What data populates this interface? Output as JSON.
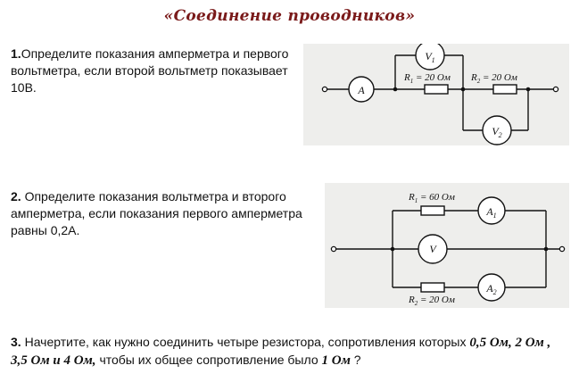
{
  "title": "«Соединение проводников»",
  "task1": {
    "number": "1.",
    "text": "Определите показания амперметра и первого вольтметра, если второй вольтметр показывает 10В."
  },
  "task2": {
    "number": "2.",
    "text": " Определите показания вольтметра и второго амперметра, если показания первого амперметра равны 0,2А."
  },
  "task3": {
    "number": "3.",
    "text_a": " Начертите, как нужно соединить четыре резистора, сопротивления которых ",
    "values": "0,5 Ом, 2 Ом , 3,5 Ом и 4 Ом,",
    "text_b": " чтобы их общее сопротивление было ",
    "target": "1 Ом",
    "text_c": " ?"
  },
  "circuit1": {
    "ammeter": "A",
    "voltmeter1": "V",
    "voltmeter1_sub": "1",
    "voltmeter2": "V",
    "voltmeter2_sub": "2",
    "r1_label": "R",
    "r1_sub": "1",
    "r1_value": " = 20 Ом",
    "r2_label": "R",
    "r2_sub": "2",
    "r2_value": " = 20 Ом"
  },
  "circuit2": {
    "r1_label": "R",
    "r1_sub": "1",
    "r1_value": " = 60 Ом",
    "ammeter1": "A",
    "ammeter1_sub": "1",
    "voltmeter": "V",
    "ammeter2": "A",
    "ammeter2_sub": "2",
    "r2_label": "R",
    "r2_sub": "2",
    "r2_value": " = 20 Ом"
  }
}
